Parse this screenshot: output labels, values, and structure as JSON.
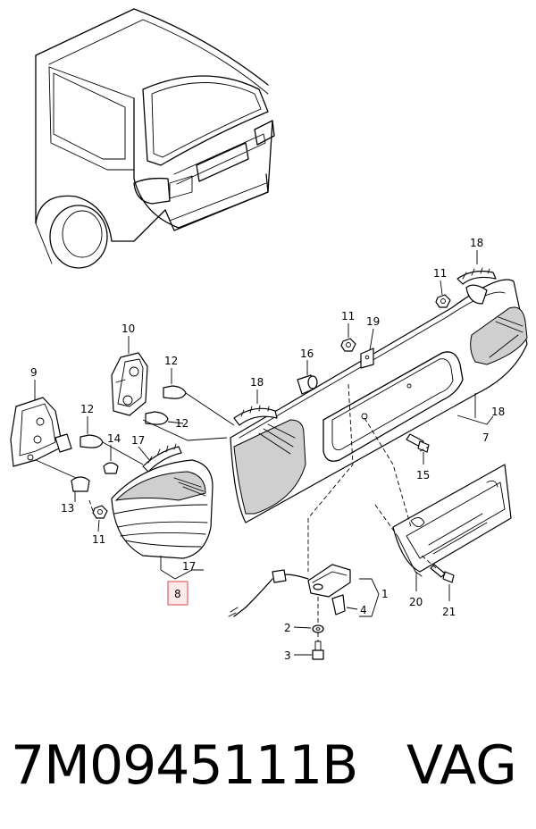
{
  "callouts": {
    "c1": "1",
    "c2": "2",
    "c3": "3",
    "c4": "4",
    "c7": "7",
    "c8": "8",
    "c9": "9",
    "c10": "10",
    "c11a": "11",
    "c11b": "11",
    "c11c": "11",
    "c12a": "12",
    "c12b": "12",
    "c12c": "12",
    "c13": "13",
    "c14": "14",
    "c15": "15",
    "c16": "16",
    "c17a": "17",
    "c17b": "17",
    "c18a": "18",
    "c18b": "18",
    "c18c": "18",
    "c19": "19",
    "c20": "20",
    "c21": "21"
  },
  "highlight_color": "#e07070",
  "caption": {
    "part_number": "7M0945111B",
    "brand": "VAG"
  }
}
